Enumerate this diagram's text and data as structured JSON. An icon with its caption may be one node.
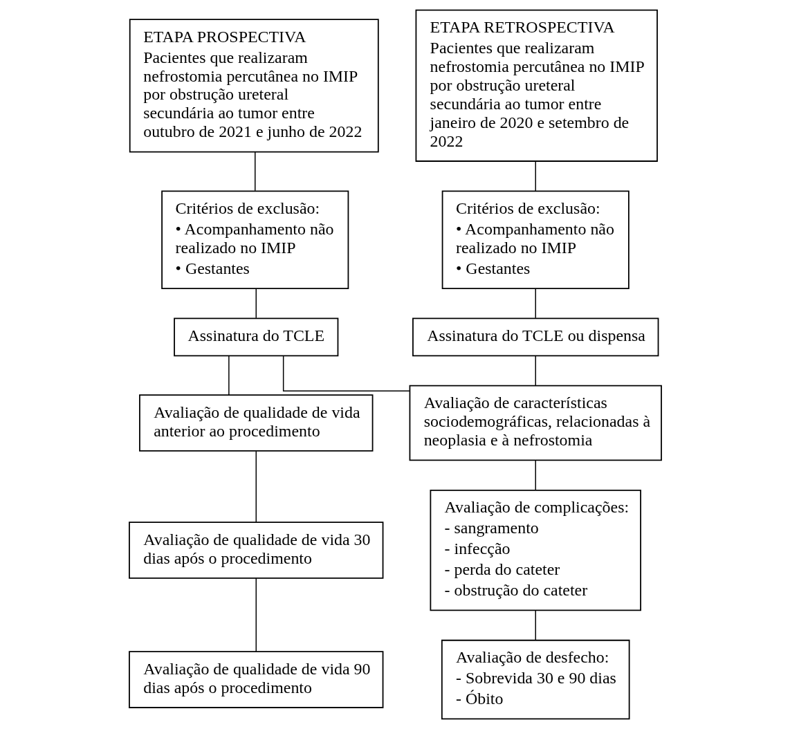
{
  "diagram": {
    "nodes": [
      {
        "text": [
          "ETAPA PROSPECTIVA",
          "Pacientes que realizaram nefrostomia percutânea no IMIP por obstrução ureteral secundária ao tumor entre outubro de 2021 e junho de 2022"
        ]
      },
      {
        "text": [
          "ETAPA RETROSPECTIVA",
          "Pacientes que realizaram nefrostomia percutânea no IMIP por obstrução ureteral secundária ao tumor entre janeiro de 2020 e setembro de 2022"
        ]
      },
      {
        "text": [
          "Critérios de exclusão:",
          "• Acompanhamento não realizado no IMIP",
          "• Gestantes"
        ]
      },
      {
        "text": [
          "Critérios de exclusão:",
          "• Acompanhamento não realizado no IMIP",
          "• Gestantes"
        ]
      },
      {
        "text": [
          "Assinatura do TCLE"
        ]
      },
      {
        "text": [
          "Assinatura do TCLE ou dispensa"
        ]
      },
      {
        "text": [
          "Avaliação de qualidade de vida anterior ao procedimento"
        ]
      },
      {
        "text": [
          "Avaliação de características sociodemográficas, relacionadas à neoplasia e à nefrostomia"
        ]
      },
      {
        "text": [
          "Avaliação de qualidade de vida 30 dias após o procedimento"
        ]
      },
      {
        "text": [
          "Avaliação de qualidade de vida 90 dias após o procedimento"
        ]
      },
      {
        "text": [
          "Avaliação de complicações:",
          "- sangramento",
          "- infecção",
          "- perda do cateter",
          "- obstrução do cateter"
        ]
      },
      {
        "text": [
          "Avaliação de desfecho:",
          "- Sobrevida 30 e 90 dias",
          "- Óbito"
        ]
      }
    ],
    "edges": [
      {
        "from": 0,
        "to": 2,
        "arrow": "none"
      },
      {
        "from": 1,
        "to": 3,
        "arrow": "none"
      },
      {
        "from": 2,
        "to": 4,
        "arrow": "none"
      },
      {
        "from": 3,
        "to": 5,
        "arrow": "none"
      },
      {
        "from": 4,
        "to": 6,
        "arrow": "none"
      },
      {
        "from": 4,
        "to": 7,
        "arrow": "none"
      },
      {
        "from": 5,
        "to": 7,
        "arrow": "none"
      },
      {
        "from": 6,
        "to": 8,
        "arrow": "none"
      },
      {
        "from": 8,
        "to": 9,
        "arrow": "none"
      },
      {
        "from": 7,
        "to": 10,
        "arrow": "none"
      },
      {
        "from": 10,
        "to": 11,
        "arrow": "none"
      }
    ]
  }
}
